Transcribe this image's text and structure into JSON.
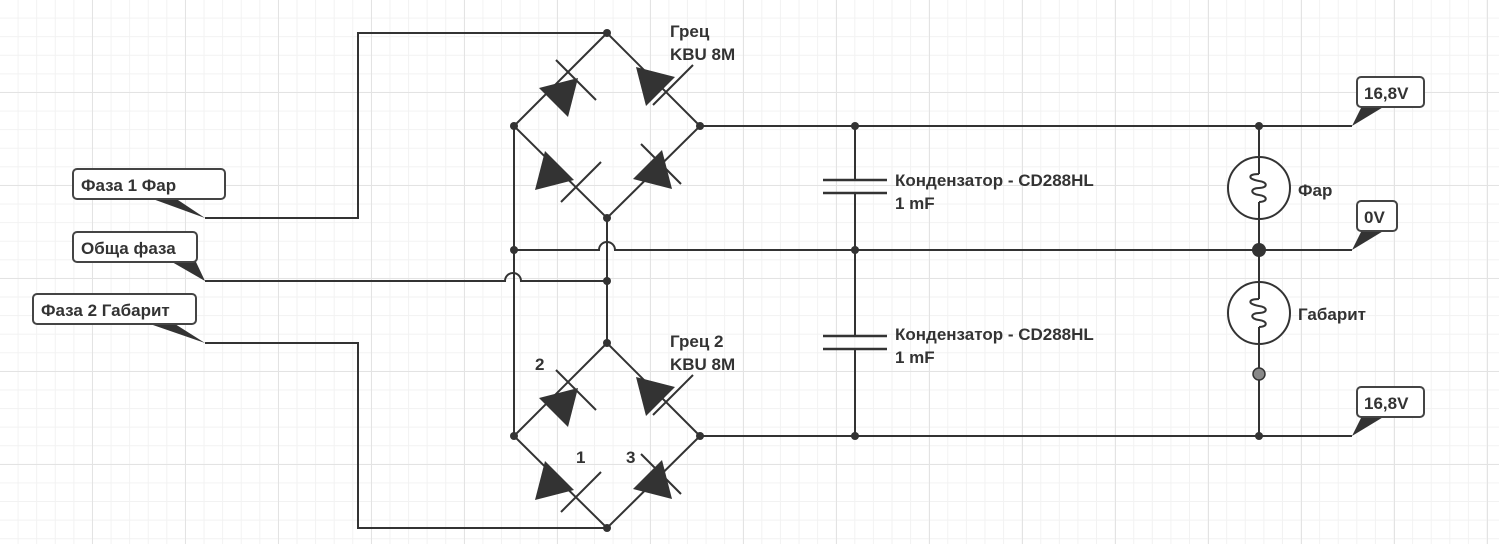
{
  "labels": {
    "phase1": "Фаза 1 Фар",
    "common": "Обща фаза",
    "phase2": "Фаза 2 Габарит",
    "v_top": "16,8V",
    "v_zero": "0V",
    "v_bottom": "16,8V"
  },
  "bridges": [
    {
      "name": "Грец",
      "model": "KBU 8M"
    },
    {
      "name": "Грец 2",
      "model": "KBU 8M"
    }
  ],
  "pin_numbers": [
    "2",
    "1",
    "3"
  ],
  "capacitors": [
    {
      "name": "Кондензатор - CD288HL",
      "value": "1 mF"
    },
    {
      "name": "Кондензатор - CD288HL",
      "value": "1 mF"
    }
  ],
  "lamps": [
    "Фар",
    "Габарит"
  ],
  "colors": {
    "wire": "#333333",
    "node": "#333333",
    "grid": "#e3e3e3"
  }
}
